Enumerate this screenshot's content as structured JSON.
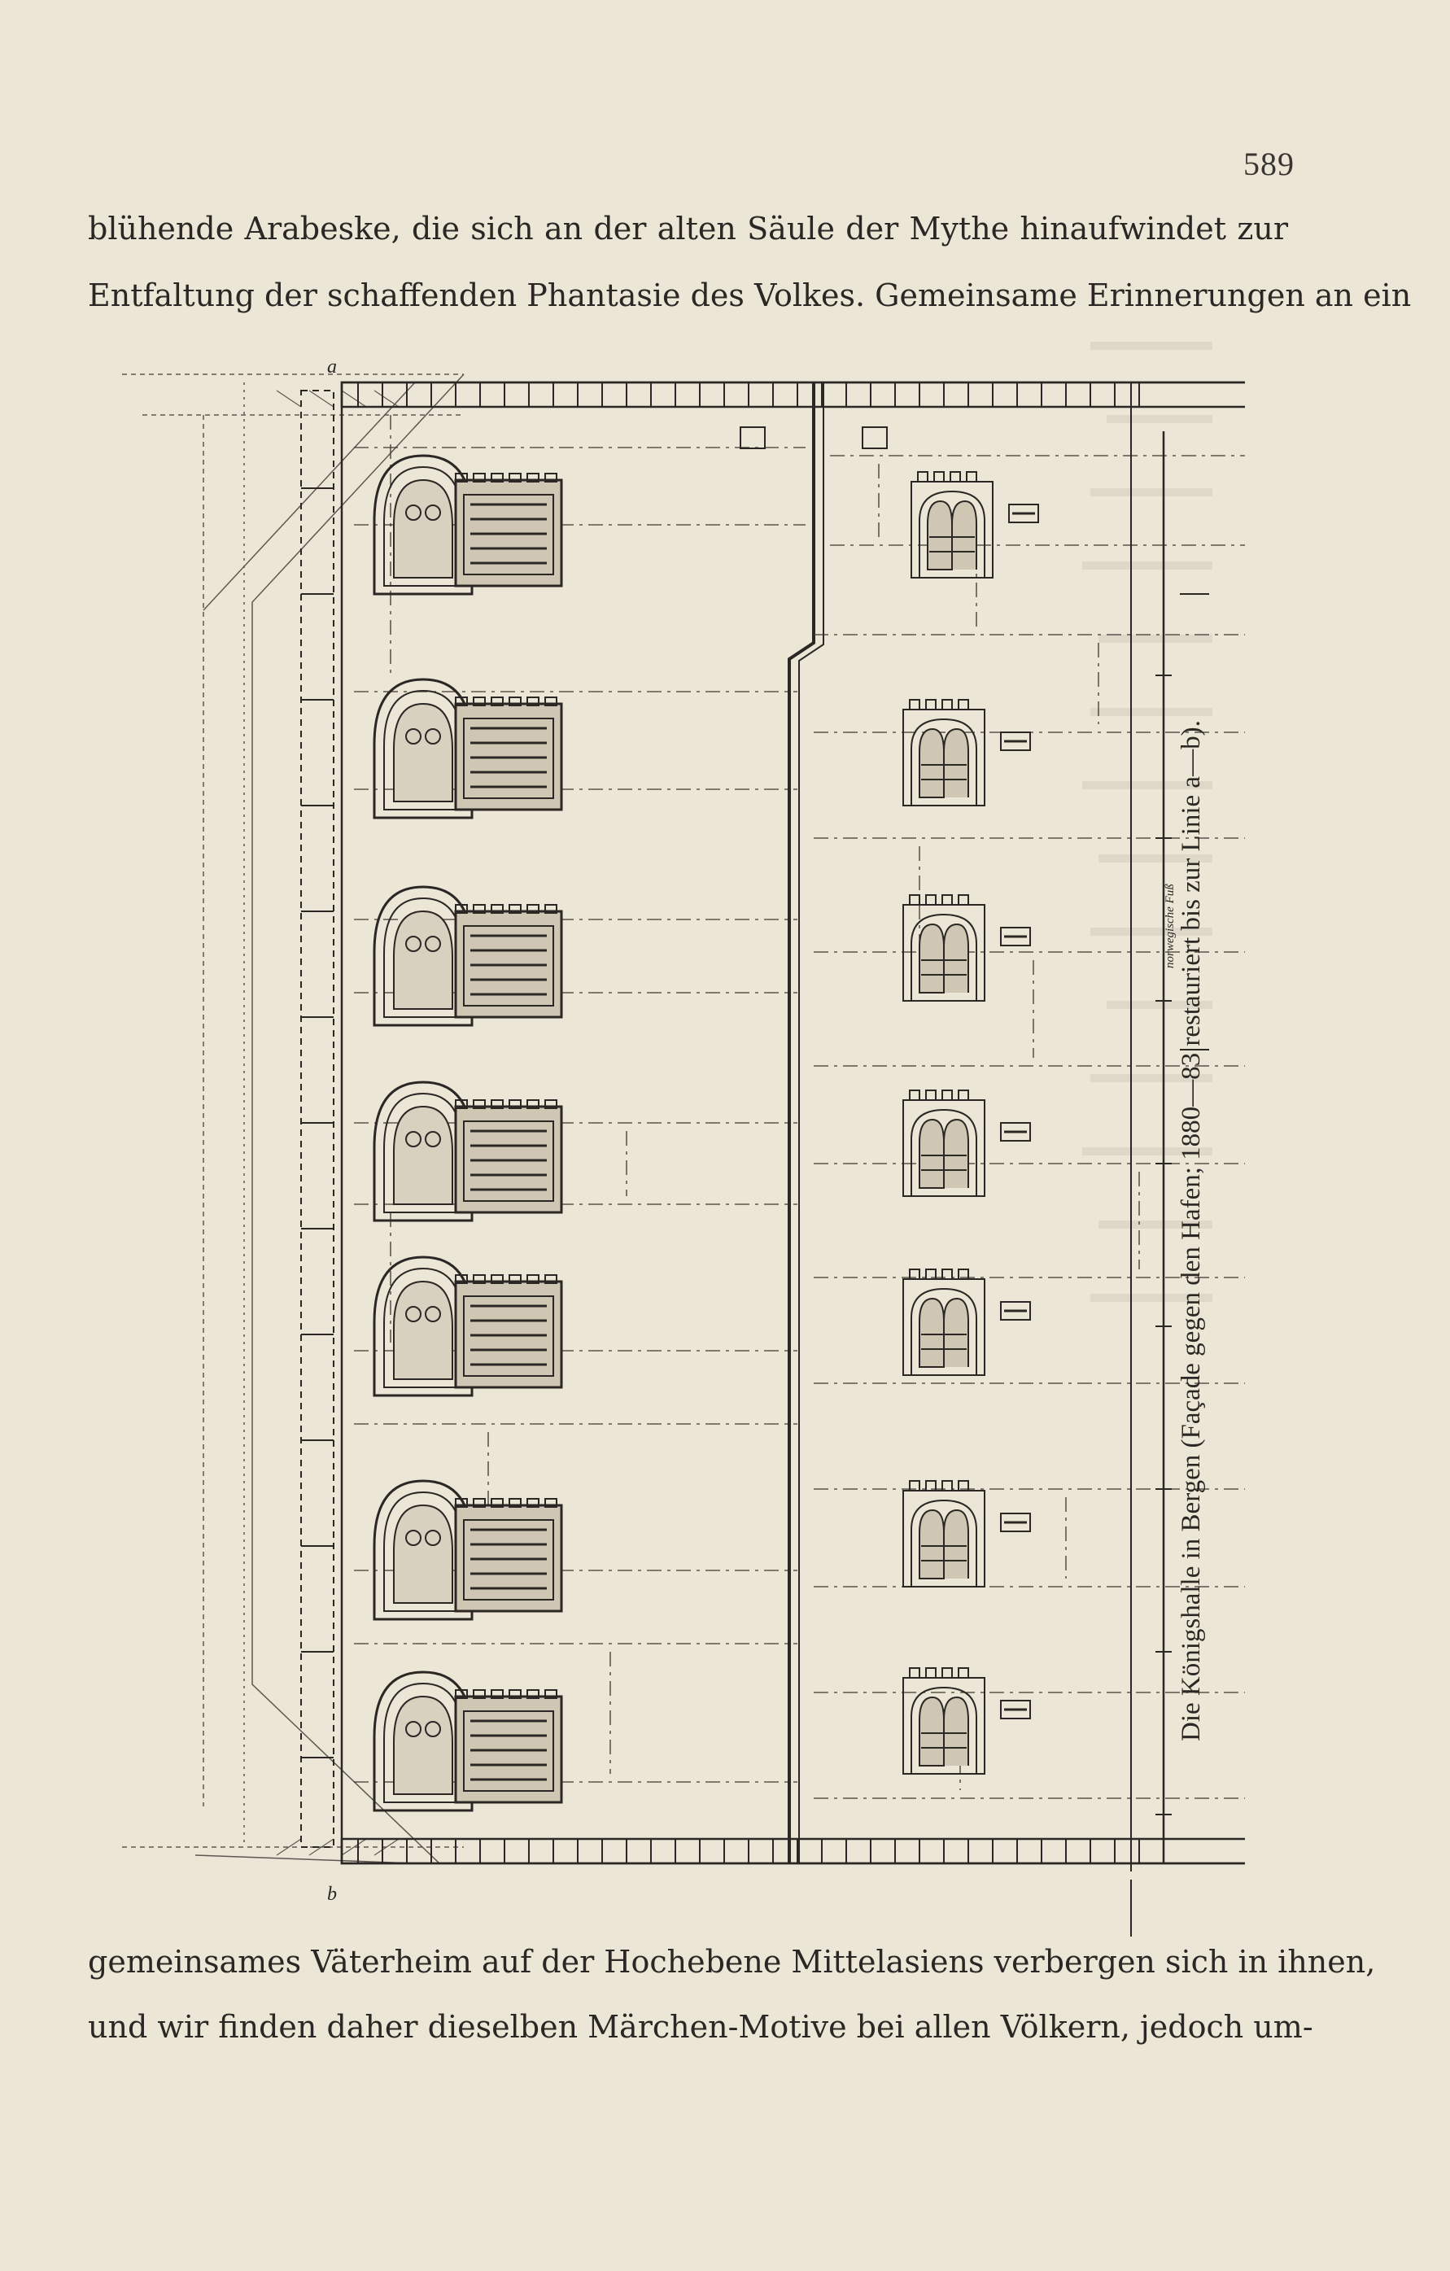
{
  "page": {
    "number": "589",
    "text_above": [
      "blühende Arabeske, die sich an der alten Säule der Mythe hinaufwindet zur",
      "Entfaltung der schaffenden Phantasie des Volkes. Gemeinsame Erinnerungen an ein"
    ],
    "text_below": [
      "gemeinsames Väterheim auf der Hochebene Mittelasiens verbergen sich in ihnen,",
      "und wir finden daher dieselben Märchen-Motive bei allen Völkern, jedoch um-"
    ]
  },
  "figure": {
    "caption": "Die Königshalle in Bergen (Façade gegen den Hafen; 1880—83 restauriert bis zur Linie a—b).",
    "line_label_a": "a",
    "line_label_b": "b",
    "scale_label": "norwegische Fuß",
    "left_windows": 7,
    "right_windows": 7,
    "colors": {
      "paper": "#ece6d6",
      "ink": "#2b2724"
    }
  }
}
